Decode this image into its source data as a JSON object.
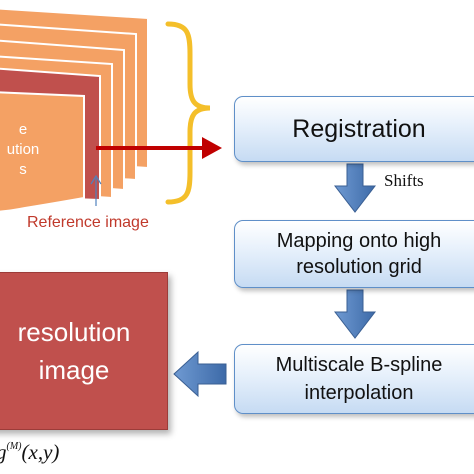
{
  "boxes": {
    "registration": "Registration",
    "mapping": [
      "Mapping onto high",
      "resolution grid"
    ],
    "interpolation": [
      "Multiscale B-spline",
      "interpolation"
    ]
  },
  "labels": {
    "shifts": "Shifts",
    "reference_image": "Reference image",
    "low_res_text": [
      "e",
      "ution",
      "s"
    ]
  },
  "hr_image": [
    "resolution",
    "image"
  ],
  "formula": {
    "base": "g",
    "superscript": "(M)",
    "args": "(x,y)"
  },
  "colors": {
    "frame_orange": "#f4a164",
    "frame_dark_red": "#c0504d",
    "brace": "#f4bf2a",
    "red_arrow": "#c00000",
    "blue_arrow": "#4f81bd",
    "box_border": "#5f8fc8"
  }
}
